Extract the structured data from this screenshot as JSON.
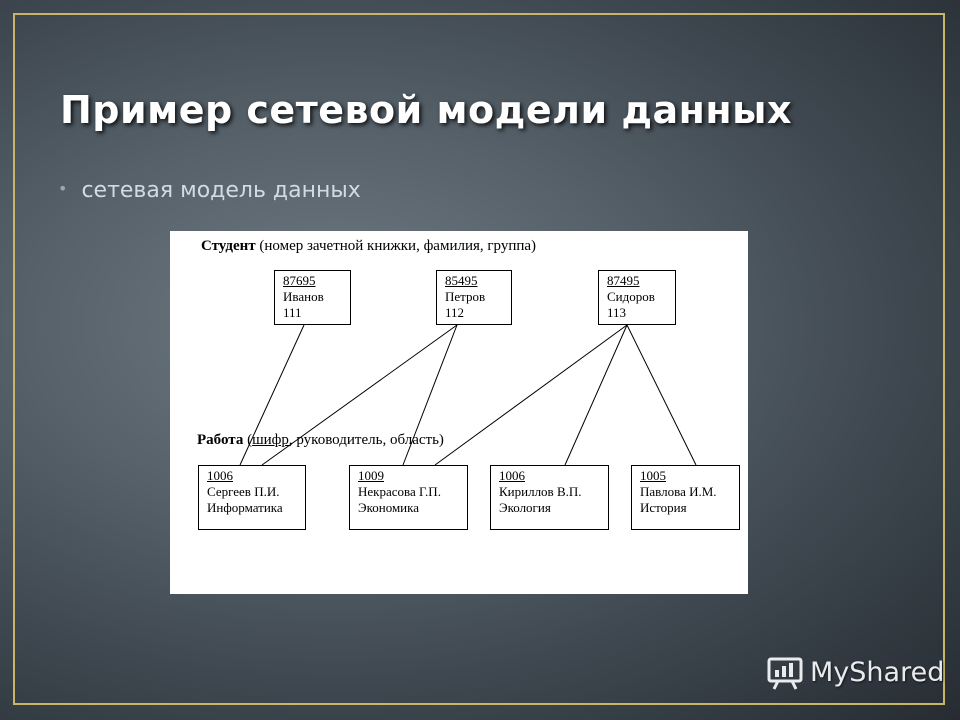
{
  "slide": {
    "title": "Пример сетевой модели данных",
    "bullet": "сетевая модель данных"
  },
  "diagram": {
    "student_heading_bold": "Студент",
    "student_heading_rest": " (номер зачетной книжки, фамилия, группа)",
    "work_heading_bold": "Работа",
    "work_heading_underlined": "шифр",
    "work_heading_rest": ", руководитель, область)",
    "students": [
      {
        "id": "87695",
        "name": "Иванов",
        "group": "111"
      },
      {
        "id": "85495",
        "name": "Петров",
        "group": "112"
      },
      {
        "id": "87495",
        "name": "Сидоров",
        "group": "113"
      }
    ],
    "works": [
      {
        "code": "1006",
        "supervisor": "Сергеев П.И.",
        "field": "Информатика"
      },
      {
        "code": "1009",
        "supervisor": "Некрасова Г.П.",
        "field": "Экономика"
      },
      {
        "code": "1006",
        "supervisor": "Кириллов В.П.",
        "field": "Экология"
      },
      {
        "code": "1005",
        "supervisor": "Павлова И.М.",
        "field": "История"
      }
    ]
  },
  "watermark": {
    "text": "MyShared",
    "icon": "presentation-board-icon"
  }
}
